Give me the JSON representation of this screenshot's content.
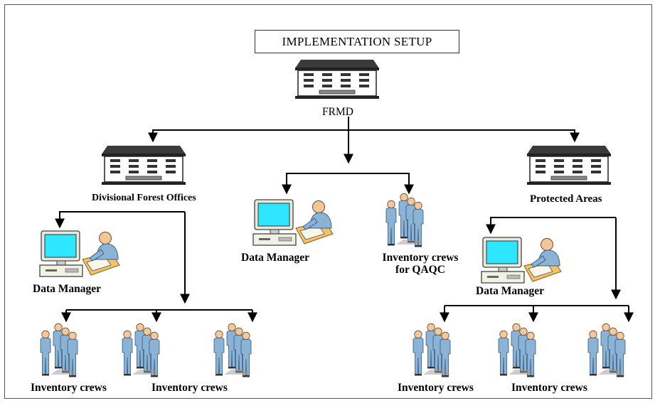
{
  "title": "IMPLEMENTATION SETUP",
  "labels": {
    "frmd": "FRMD",
    "divisional": "Divisional Forest Offices",
    "protected": "Protected Areas",
    "data_manager_left": "Data Manager",
    "data_manager_center": "Data Manager",
    "data_manager_right": "Data Manager",
    "qaqc_line1": "Inventory crews",
    "qaqc_line2": "for QAQC",
    "crews_left_1": "Inventory crews",
    "crews_left_2": "Inventory crews",
    "crews_right_1": "Inventory crews",
    "crews_right_2": "Inventory crews"
  },
  "icons": [
    "building-icon",
    "data-manager-icon",
    "inventory-crew-icon"
  ]
}
